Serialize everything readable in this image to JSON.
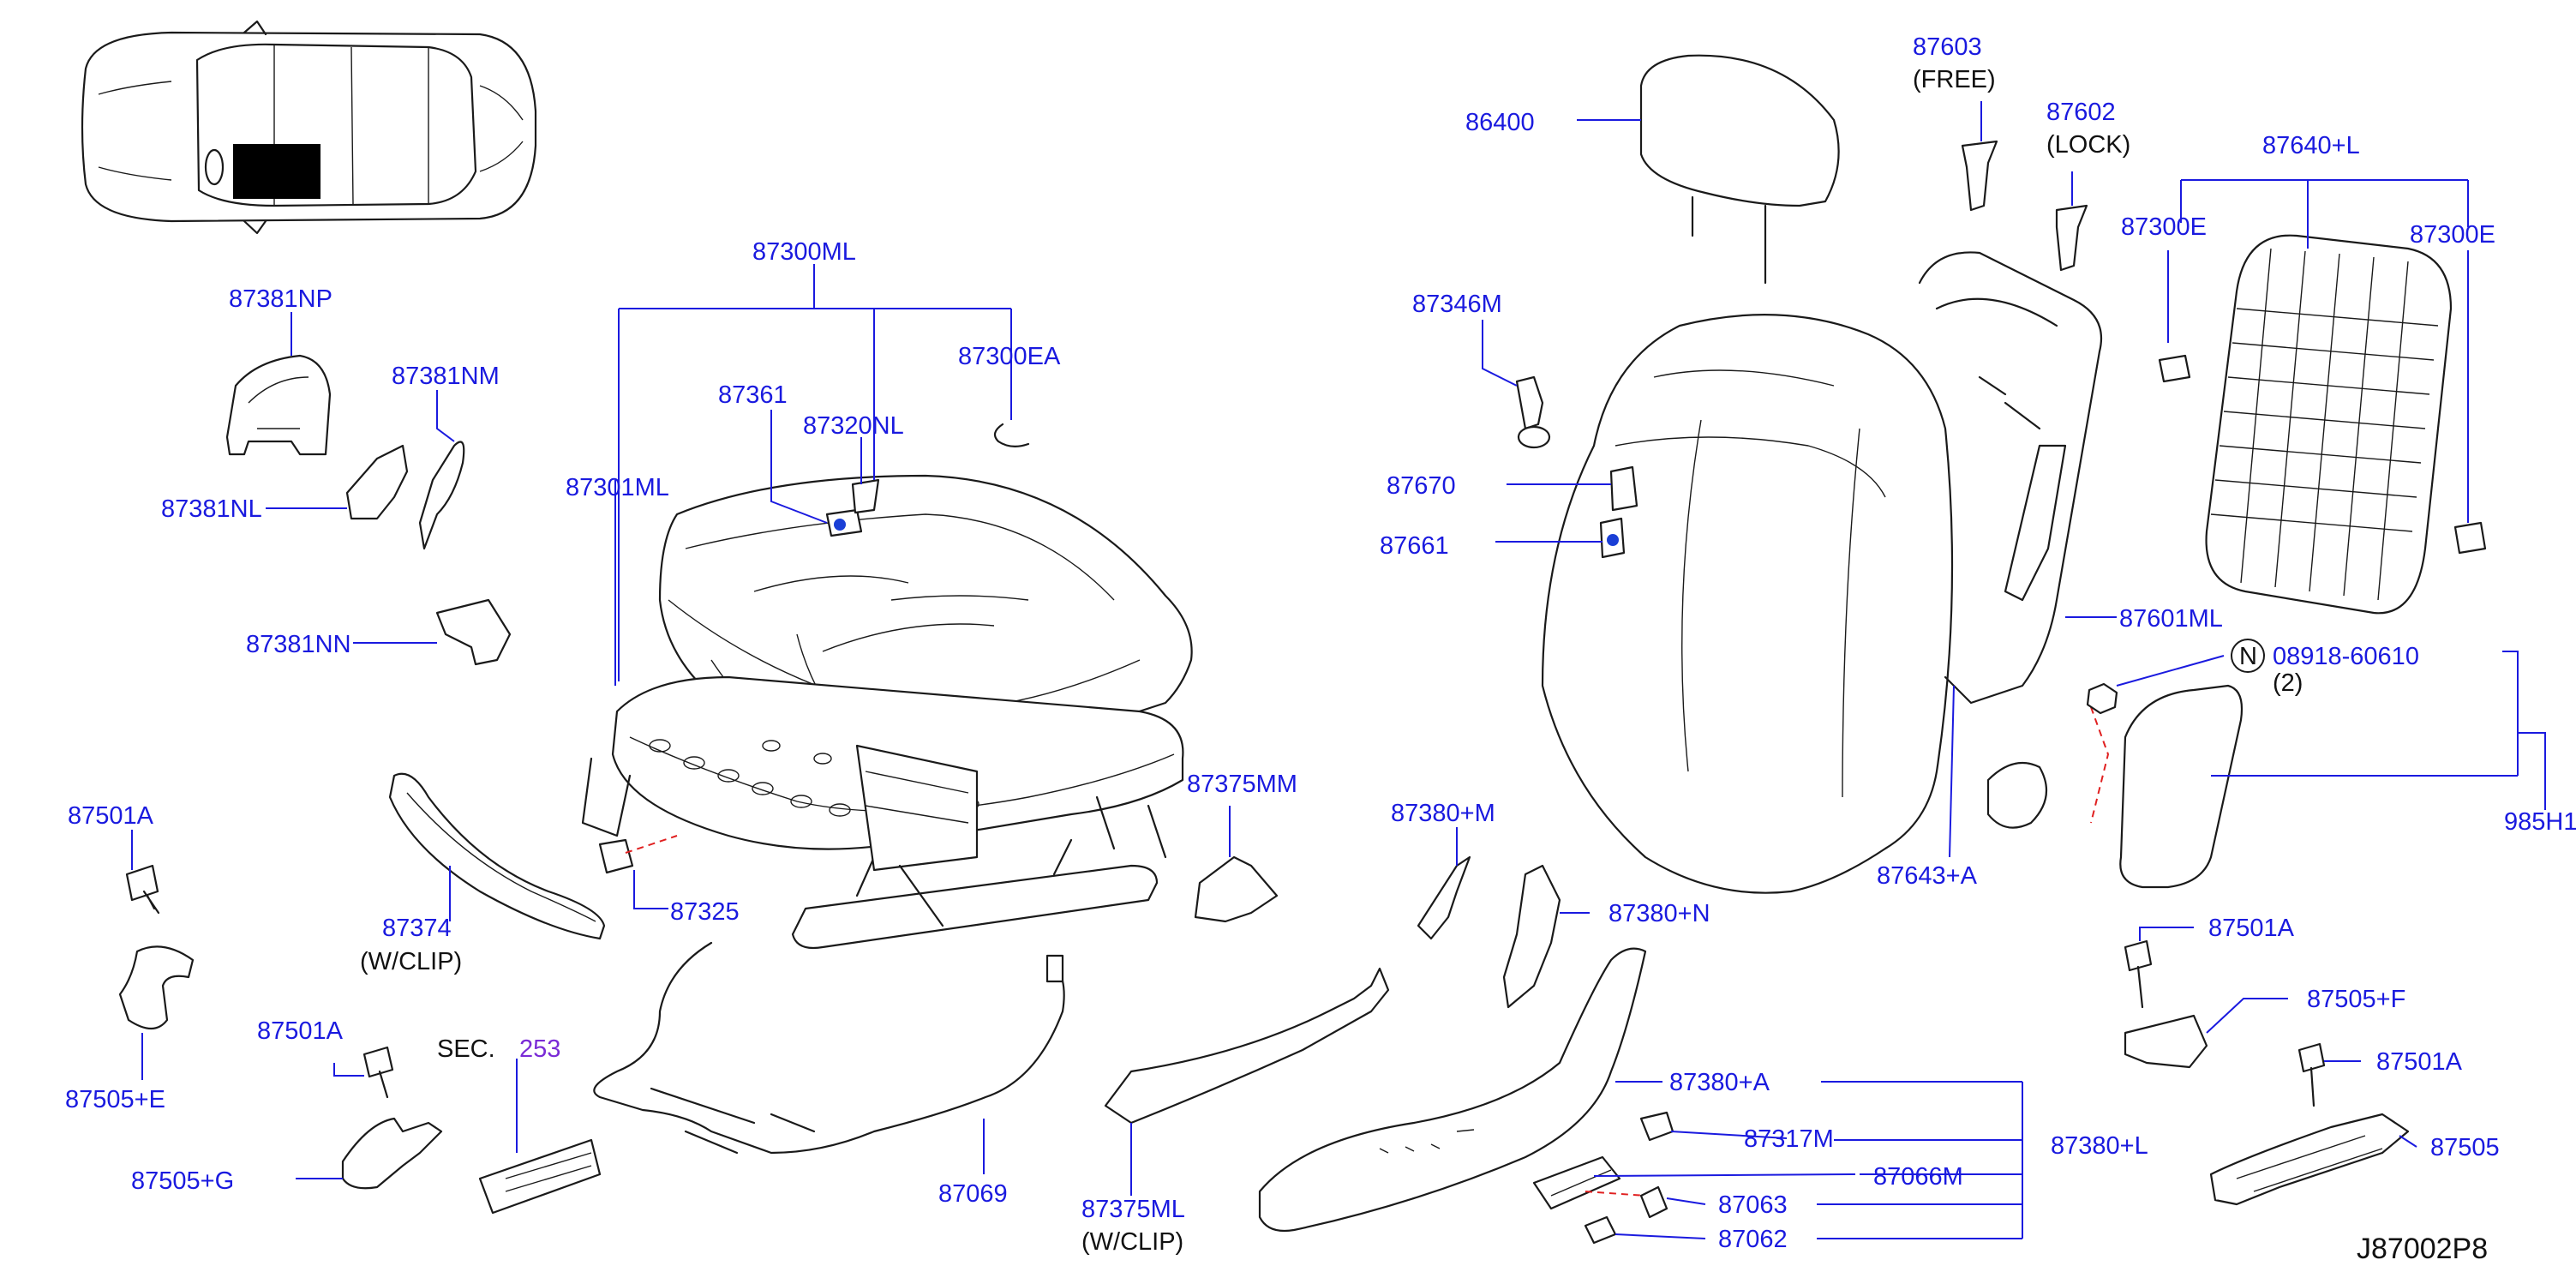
{
  "diagram_id": "J87002P8",
  "labels": {
    "p87300ML": "87300ML",
    "p87361": "87361",
    "p87320NL": "87320NL",
    "p87300EA": "87300EA",
    "p87301ML": "87301ML",
    "p87381NP": "87381NP",
    "p87381NM": "87381NM",
    "p87381NL": "87381NL",
    "p87381NN": "87381NN",
    "p87501A_1": "87501A",
    "p87505E": "87505+E",
    "p87501A_2": "87501A",
    "p87505G": "87505+G",
    "p87374": "87374",
    "p87374_note": "(W/CLIP)",
    "p87325": "87325",
    "sec_prefix": "SEC.",
    "sec_ref": "253",
    "p87069": "87069",
    "p87375MM": "87375MM",
    "p87375ML": "87375ML",
    "p87375ML_note": "(W/CLIP)",
    "p86400": "86400",
    "p87346M": "87346M",
    "p87670": "87670",
    "p87661": "87661",
    "p87603": "87603",
    "p87603_note": "(FREE)",
    "p87602": "87602",
    "p87602_note": "(LOCK)",
    "p87640L": "87640+L",
    "p87300E_1": "87300E",
    "p87300E_2": "87300E",
    "p87601ML": "87601ML",
    "nut_symbol": "N",
    "p08918": "08918-60610",
    "p08918_qty": "(2)",
    "p985H1": "985H1",
    "p87643A": "87643+A",
    "p87380M": "87380+M",
    "p87380N": "87380+N",
    "p87380A": "87380+A",
    "p87317M": "87317M",
    "p87066M": "87066M",
    "p87063": "87063",
    "p87062": "87062",
    "p87380L": "87380+L",
    "p87501A_3": "87501A",
    "p87505F": "87505+F",
    "p87501A_4": "87501A",
    "p87505": "87505"
  },
  "colors": {
    "part_label": "#1a1adf",
    "leader_line": "#1a1adf",
    "section_ref": "#7a2bd6",
    "sketch": "#1a1a1a",
    "dashed_guide": "#e02020",
    "marker_dot": "#1a3fd6",
    "location_marker": "#000000"
  }
}
